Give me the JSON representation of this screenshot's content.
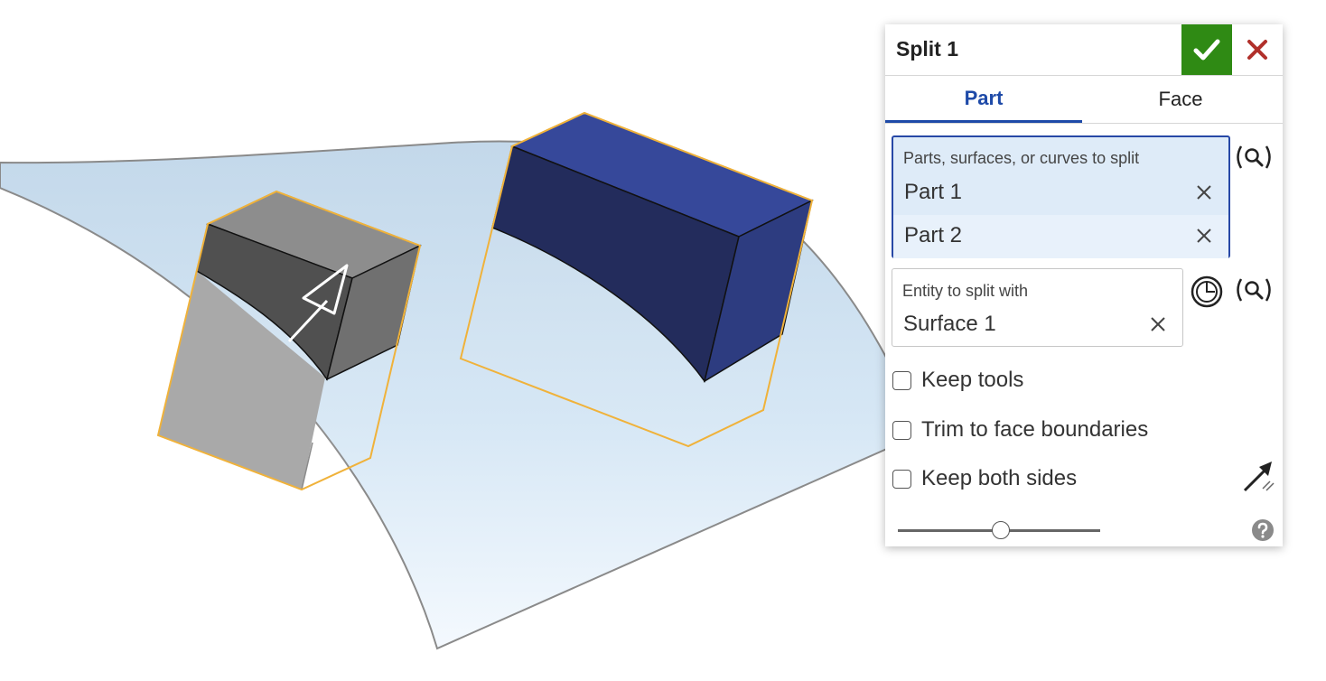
{
  "dialog": {
    "title": "Split 1",
    "ok_icon": "checkmark-icon",
    "cancel_icon": "close-icon",
    "ok_color": "#2f8a14",
    "cancel_color": "#b1302b"
  },
  "tabs": [
    {
      "label": "Part",
      "active": true
    },
    {
      "label": "Face",
      "active": false
    }
  ],
  "parts_selection": {
    "label": "Parts, surfaces, or curves to split",
    "items": [
      "Part 1",
      "Part 2"
    ]
  },
  "entity_selection": {
    "label": "Entity to split with",
    "items": [
      "Surface 1"
    ]
  },
  "options": [
    {
      "label": "Keep tools",
      "checked": false
    },
    {
      "label": "Trim to face boundaries",
      "checked": false
    },
    {
      "label": "Keep both sides",
      "checked": false
    }
  ],
  "icons": {
    "search": "search-icon",
    "clock": "clock-icon",
    "flip": "flip-direction-icon",
    "help": "help-icon"
  },
  "slider": {
    "value": 0.5
  },
  "colors": {
    "accent": "#1e4aa8",
    "selection_highlight": "#f0b23a",
    "part1_gray": "#8c8c8c",
    "part2_blue": "#2a3f8f",
    "surface": "#d4e6f4"
  }
}
